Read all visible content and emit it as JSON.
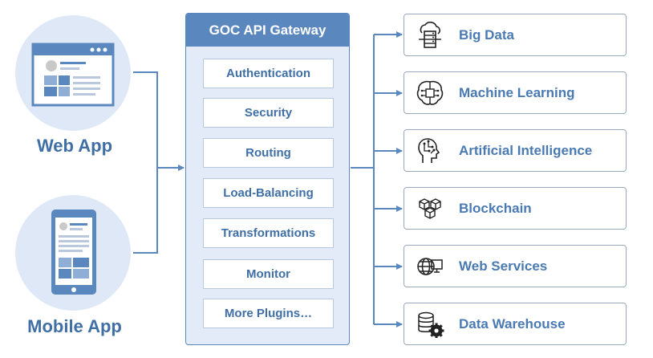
{
  "clients": [
    {
      "label": "Web App",
      "icon": "browser-window-icon"
    },
    {
      "label": "Mobile App",
      "icon": "mobile-phone-icon"
    }
  ],
  "gateway": {
    "title": "GOC API Gateway",
    "plugins": [
      "Authentication",
      "Security",
      "Routing",
      "Load-Balancing",
      "Transformations",
      "Monitor",
      "More Plugins…"
    ]
  },
  "services": [
    {
      "label": "Big Data",
      "icon": "cloud-server-icon"
    },
    {
      "label": "Machine Learning",
      "icon": "brain-circuit-icon"
    },
    {
      "label": "Artificial Intelligence",
      "icon": "ai-head-icon"
    },
    {
      "label": "Blockchain",
      "icon": "blockchain-cubes-icon"
    },
    {
      "label": "Web Services",
      "icon": "globe-monitor-icon"
    },
    {
      "label": "Data Warehouse",
      "icon": "database-gear-icon"
    }
  ],
  "colors": {
    "accent": "#5b87bf",
    "text": "#3f6fa5",
    "panel": "#e3ebf8",
    "circle": "#dfe8f7"
  }
}
